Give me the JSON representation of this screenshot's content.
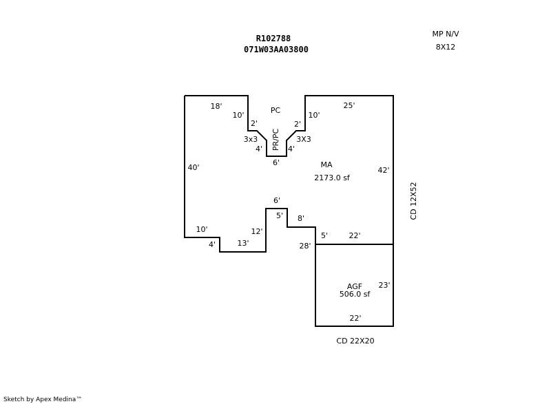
{
  "header": {
    "parcel_id": "R102788",
    "map_number": "071W03AA03800",
    "mp_label": "MP N/V",
    "mp_size": "8X12"
  },
  "areas": {
    "main_label": "MA",
    "main_area": "2173.0 sf",
    "garage_label": "AGF",
    "garage_area": "506.0 sf",
    "porch_label": "PC",
    "porch_sub_label": "PR/PC"
  },
  "side_labels": {
    "cd_right": "CD 12X52",
    "cd_bottom": "CD 22X20"
  },
  "dimensions": {
    "top_left": "18'",
    "left": "40'",
    "notch_left_vertical": "10'",
    "notch_left_small": "2'",
    "notch_left_3x3": "3x3",
    "notch_left_4": "4'",
    "notch_bottom": "6'",
    "notch_right_4": "4'",
    "notch_right_3x3": "3X3",
    "notch_right_small": "2'",
    "notch_right_vertical": "10'",
    "top_right": "25'",
    "right_main": "42'",
    "bottom_left_10": "10'",
    "bottom_left_4": "4'",
    "bottom_13": "13'",
    "bottom_12": "12'",
    "bump_6": "6'",
    "bump_5": "5'",
    "step_8": "8'",
    "step_5": "5'",
    "garage_top": "22'",
    "garage_left": "28'",
    "garage_right": "23'",
    "garage_bottom": "22'"
  },
  "footer": {
    "credit": "Sketch by Apex Medina™"
  }
}
